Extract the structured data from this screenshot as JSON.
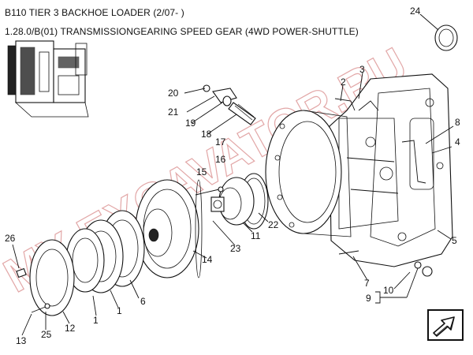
{
  "header": {
    "title": "B110 TIER 3 BACKHOE LOADER (2/07- )",
    "subtitle": "1.28.0/B(01) TRANSMISSIONGEARING SPEED GEAR (4WD POWER-SHUTTLE)"
  },
  "watermark": "MY-EXCAVATOR.RU",
  "callouts": [
    {
      "id": "c24",
      "text": "24"
    },
    {
      "id": "c3",
      "text": "3"
    },
    {
      "id": "c2",
      "text": "2"
    },
    {
      "id": "c20",
      "text": "20"
    },
    {
      "id": "c21",
      "text": "21"
    },
    {
      "id": "c19",
      "text": "19"
    },
    {
      "id": "c18",
      "text": "18"
    },
    {
      "id": "c17",
      "text": "17"
    },
    {
      "id": "c16",
      "text": "16"
    },
    {
      "id": "c15",
      "text": "15"
    },
    {
      "id": "c8",
      "text": "8"
    },
    {
      "id": "c4",
      "text": "4"
    },
    {
      "id": "c22",
      "text": "22"
    },
    {
      "id": "c11",
      "text": "11"
    },
    {
      "id": "c23",
      "text": "23"
    },
    {
      "id": "c14",
      "text": "14"
    },
    {
      "id": "c5",
      "text": "5"
    },
    {
      "id": "c26",
      "text": "26"
    },
    {
      "id": "c6",
      "text": "6"
    },
    {
      "id": "c1a",
      "text": "1"
    },
    {
      "id": "c1b",
      "text": "1"
    },
    {
      "id": "c12",
      "text": "12"
    },
    {
      "id": "c25",
      "text": "25"
    },
    {
      "id": "c13",
      "text": "13"
    },
    {
      "id": "c7",
      "text": "7"
    },
    {
      "id": "c10",
      "text": "10"
    },
    {
      "id": "c9",
      "text": "9"
    }
  ],
  "colors": {
    "watermark": "#d98a8a",
    "line": "#111111"
  },
  "icons": {
    "nav": "next-page-arrow-icon"
  }
}
